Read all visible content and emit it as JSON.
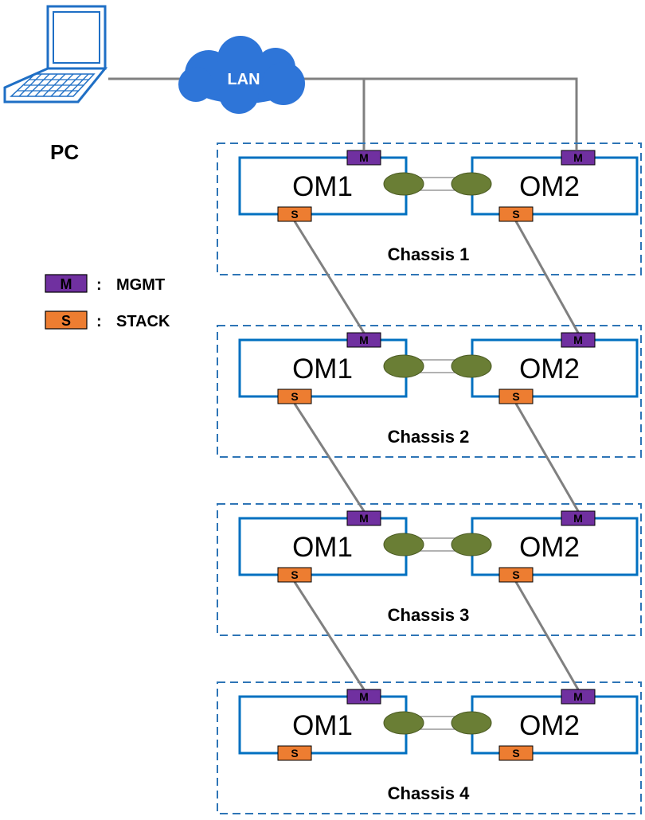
{
  "pc": {
    "label": "PC",
    "icon": "laptop-icon"
  },
  "lan": {
    "label": "LAN",
    "icon": "cloud-icon"
  },
  "legend": {
    "mgmt": {
      "symbol": "M",
      "separator": ":",
      "text": "MGMT"
    },
    "stack": {
      "symbol": "S",
      "separator": ":",
      "text": "STACK"
    }
  },
  "module_labels": {
    "left": "OM1",
    "right": "OM2"
  },
  "port_labels": {
    "mgmt": "M",
    "stack": "S"
  },
  "chassis": [
    {
      "label": "Chassis 1"
    },
    {
      "label": "Chassis 2"
    },
    {
      "label": "Chassis 3"
    },
    {
      "label": "Chassis 4"
    }
  ],
  "colors": {
    "mgmt_port": "#7030a0",
    "stack_port": "#ed7d31",
    "module_border": "#0070c0",
    "chassis_border": "#2e75b6",
    "link": "#808080",
    "interconnect": "#6a7e35",
    "cloud": "#2e75d8",
    "pc_icon": "#1f6fc5"
  }
}
